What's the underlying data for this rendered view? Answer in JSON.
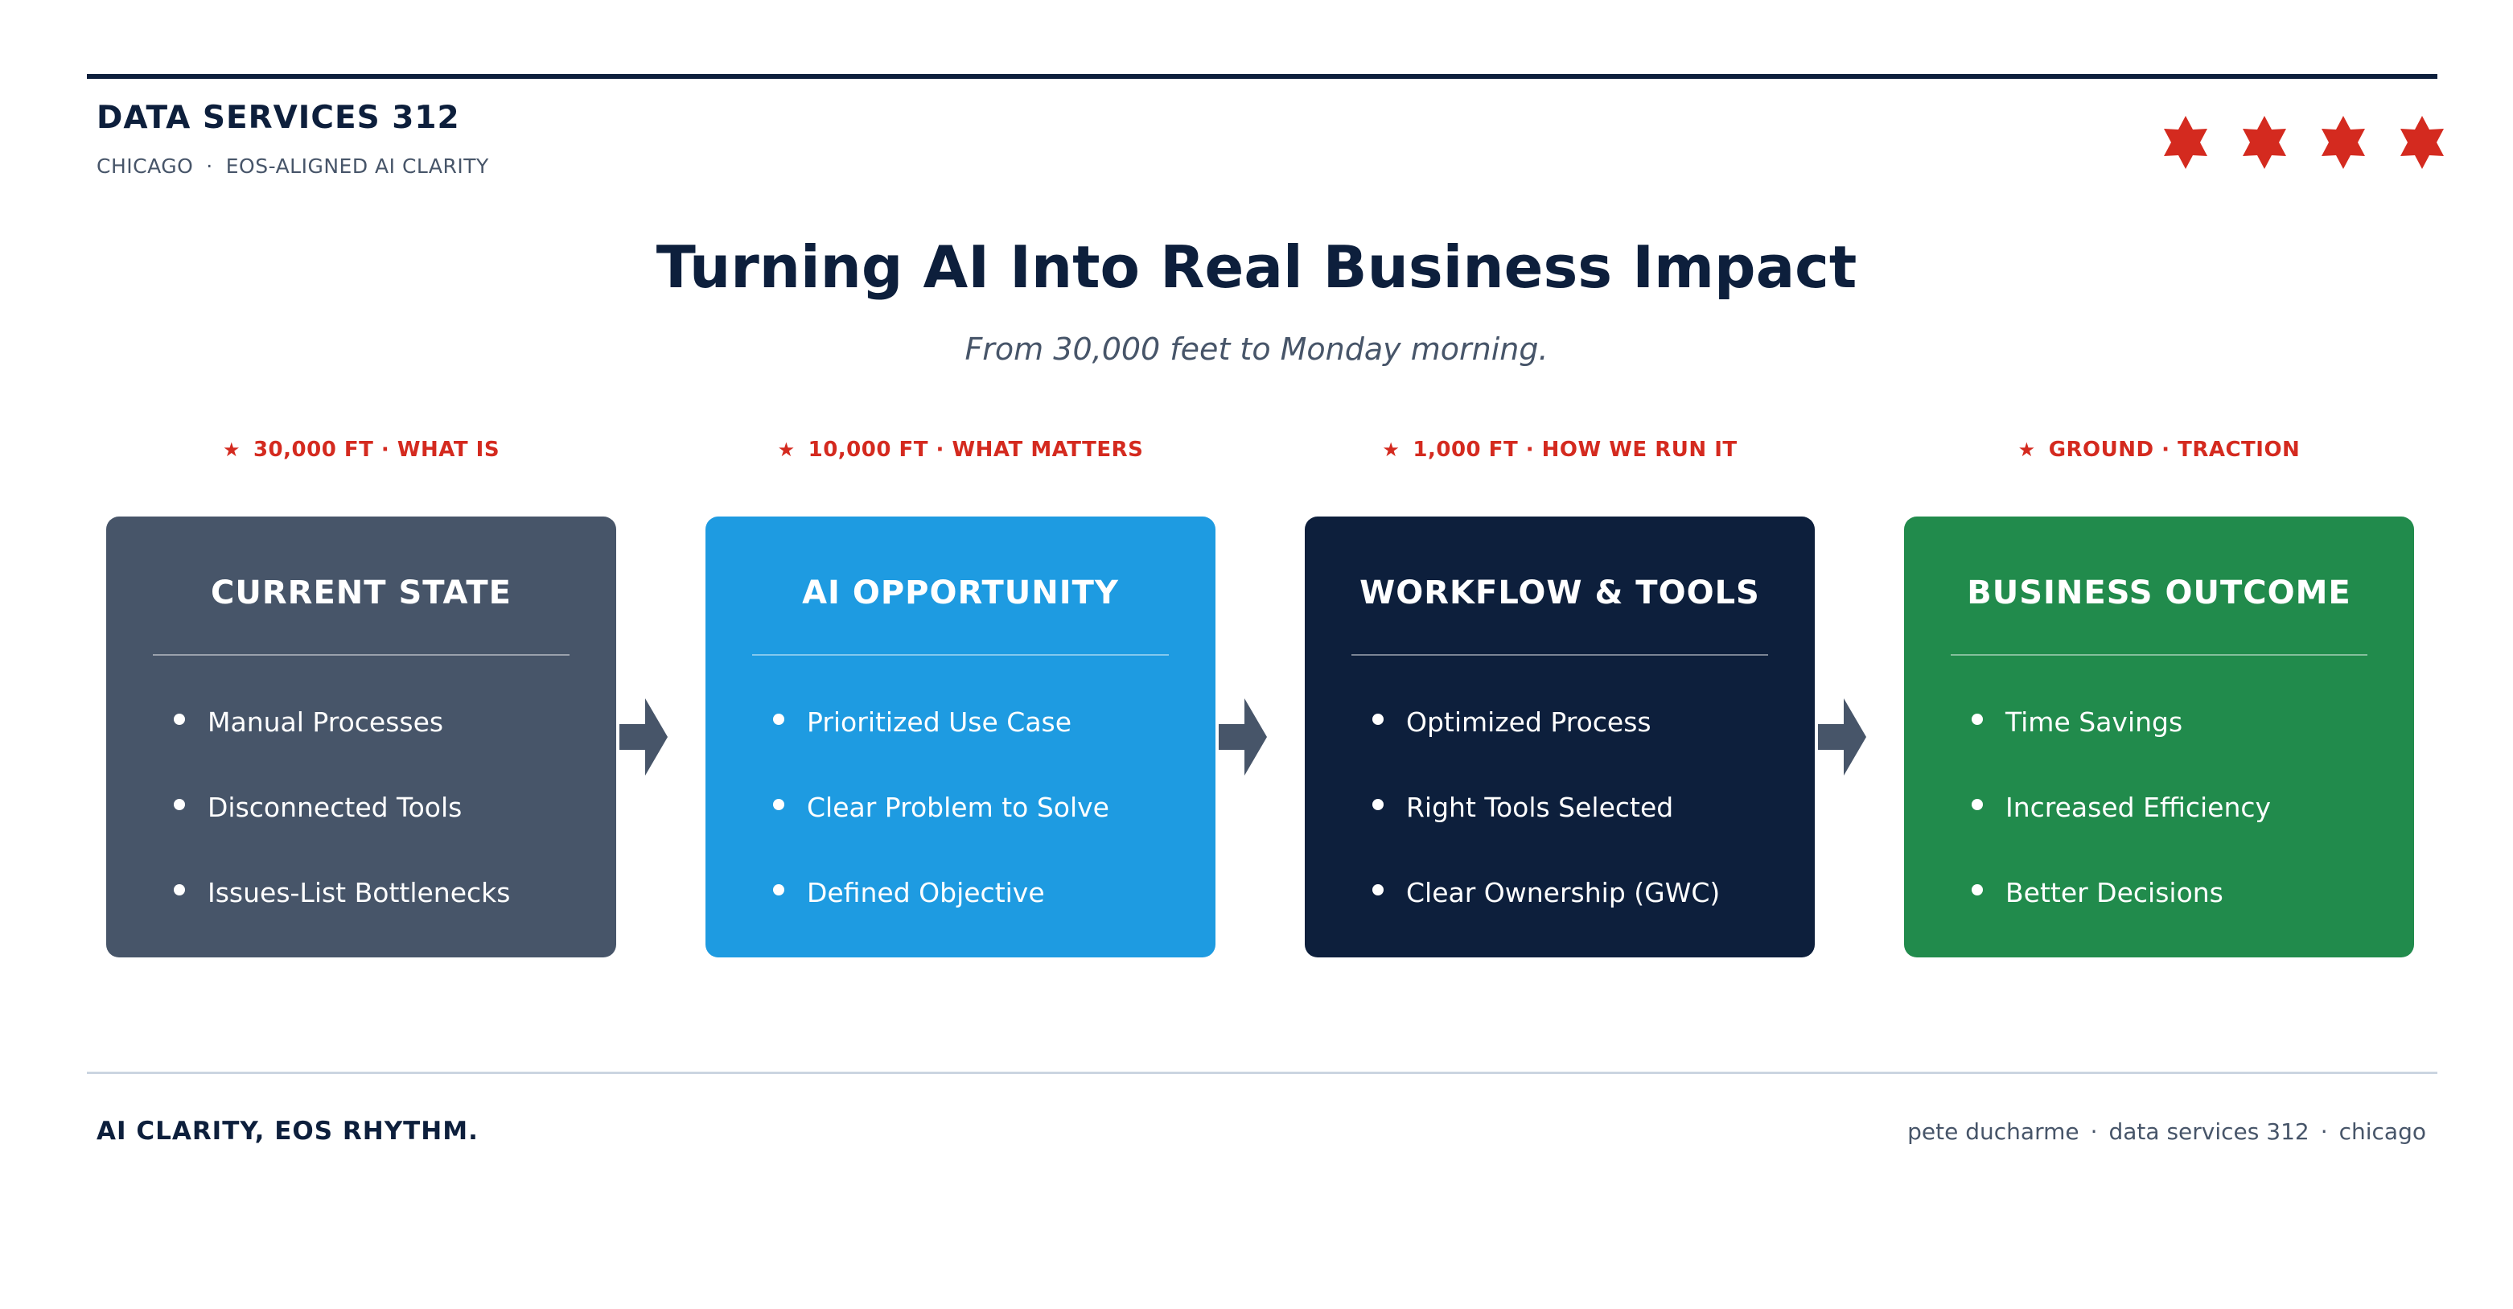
{
  "header": {
    "brand": "DATA SERVICES 312",
    "subtitle_parts": [
      "CHICAGO",
      "EOS-ALIGNED AI CLARITY"
    ],
    "separator": "·",
    "stars_icon": "six-point-star-icon",
    "star_color": "#d42a1f",
    "star_count": 4
  },
  "title": "Turning AI Into Real Business Impact",
  "subtitle": "From 30,000 feet to Monday morning.",
  "stages": [
    {
      "altitude": "30,000 FT · WHAT IS",
      "title": "CURRENT STATE",
      "color": "#475569",
      "items": [
        "Manual Processes",
        "Disconnected Tools",
        "Issues-List Bottlenecks"
      ]
    },
    {
      "altitude": "10,000 FT · WHAT MATTERS",
      "title": "AI OPPORTUNITY",
      "color": "#1e9be1",
      "items": [
        "Prioritized Use Case",
        "Clear Problem to Solve",
        "Defined Objective"
      ]
    },
    {
      "altitude": "1,000 FT · HOW WE RUN IT",
      "title": "WORKFLOW & TOOLS",
      "color": "#0d1f3c",
      "items": [
        "Optimized Process",
        "Right Tools Selected",
        "Clear Ownership (GWC)"
      ]
    },
    {
      "altitude": "GROUND · TRACTION",
      "title": "BUSINESS OUTCOME",
      "color": "#218b4c",
      "items": [
        "Time Savings",
        "Increased Efficiency",
        "Better Decisions"
      ]
    }
  ],
  "altitude_glyph": "★",
  "arrow_color": "#475569",
  "footer": {
    "left": "AI CLARITY, EOS RHYTHM.",
    "right_parts": [
      "pete ducharme",
      "data services 312",
      "chicago"
    ],
    "separator": "·"
  }
}
